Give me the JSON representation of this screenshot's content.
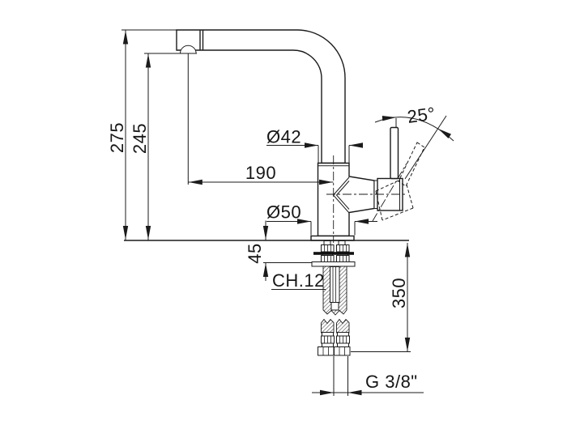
{
  "drawing": {
    "title": "single-lever-mixer-tap-dimensioned-drawing",
    "colors": {
      "line": "#1b1b1b",
      "background": "#ffffff"
    },
    "labels": {
      "overall_height": "275",
      "spout_height": "245",
      "spout_reach": "190",
      "body_diameter": "Ø42",
      "base_diameter": "Ø50",
      "lever_angle": "25°",
      "clamp_range": "45",
      "hex_size": "CH.12",
      "hose_length": "350",
      "thread": "G 3/8\""
    }
  }
}
